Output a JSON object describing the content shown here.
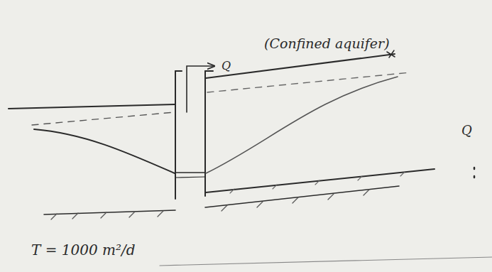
{
  "diagram": {
    "labels": [
      "Q",
      "(Confined aquifer)",
      "Q",
      "T = 1000 m²/d"
    ]
  }
}
